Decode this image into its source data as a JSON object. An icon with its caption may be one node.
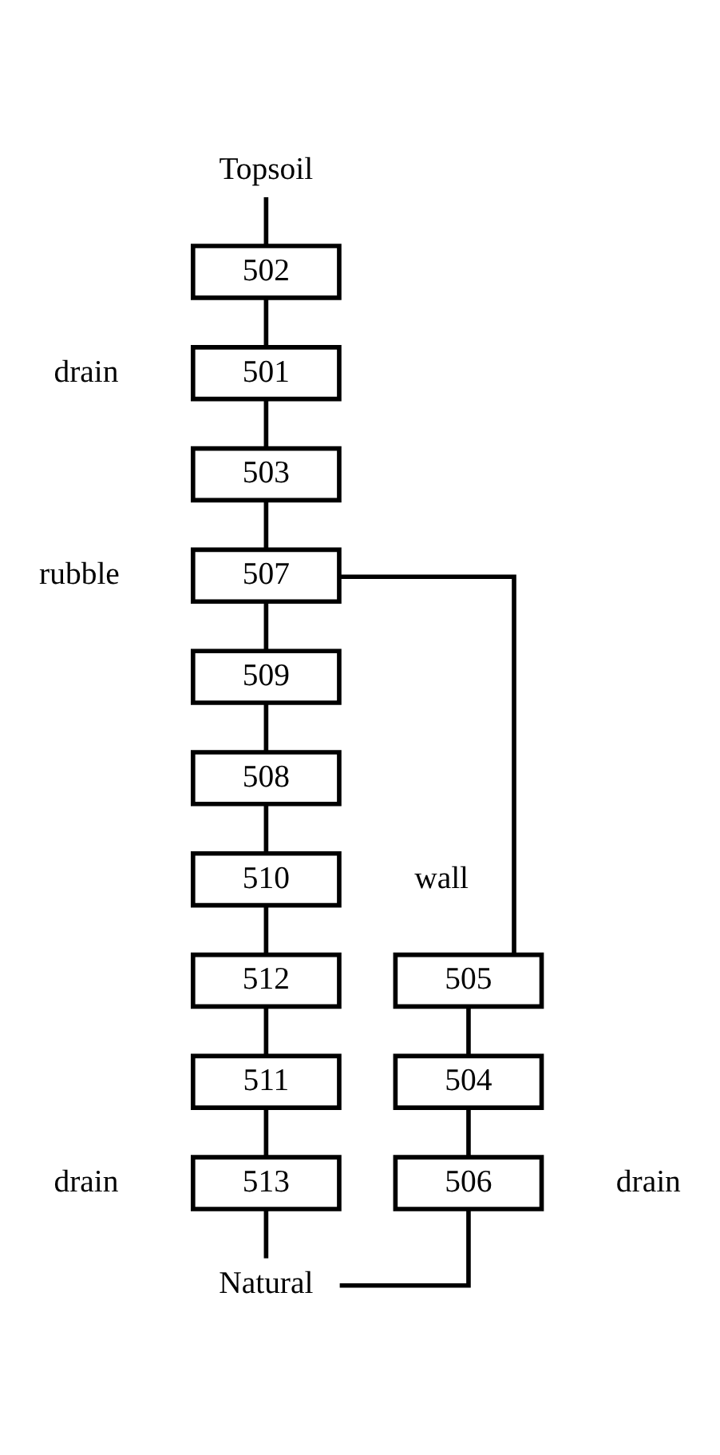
{
  "diagram": {
    "nodes": [
      {
        "text": [
          "Topsoil"
        ]
      },
      {
        "text": [
          "502"
        ]
      },
      {
        "text": [
          "501"
        ],
        "beside": [
          "drain"
        ]
      },
      {
        "text": [
          "503"
        ]
      },
      {
        "text": [
          "507"
        ],
        "beside": [
          "rubble"
        ]
      },
      {
        "text": [
          "509"
        ]
      },
      {
        "text": [
          "508"
        ]
      },
      {
        "text": [
          "510"
        ],
        "beside": [
          "wall"
        ]
      },
      {
        "text": [
          "512"
        ]
      },
      {
        "text": [
          "505"
        ]
      },
      {
        "text": [
          "511"
        ]
      },
      {
        "text": [
          "504"
        ]
      },
      {
        "text": [
          "513"
        ],
        "beside": [
          "drain"
        ]
      },
      {
        "text": [
          "506"
        ],
        "beside": [
          "drain"
        ]
      },
      {
        "text": [
          "Natural"
        ]
      }
    ],
    "edges": [
      {
        "from": 0,
        "to": 1,
        "arrow": "none"
      },
      {
        "from": 1,
        "to": 2,
        "arrow": "none"
      },
      {
        "from": 2,
        "to": 3,
        "arrow": "none"
      },
      {
        "from": 3,
        "to": 4,
        "arrow": "none"
      },
      {
        "from": 4,
        "to": 5,
        "arrow": "none"
      },
      {
        "from": 4,
        "to": 9,
        "arrow": "none"
      },
      {
        "from": 5,
        "to": 6,
        "arrow": "none"
      },
      {
        "from": 6,
        "to": 7,
        "arrow": "none"
      },
      {
        "from": 7,
        "to": 8,
        "arrow": "none"
      },
      {
        "from": 8,
        "to": 10,
        "arrow": "none"
      },
      {
        "from": 10,
        "to": 12,
        "arrow": "none"
      },
      {
        "from": 9,
        "to": 11,
        "arrow": "none"
      },
      {
        "from": 11,
        "to": 13,
        "arrow": "none"
      },
      {
        "from": 12,
        "to": 14,
        "arrow": "none"
      },
      {
        "from": 13,
        "to": 14,
        "arrow": "none"
      }
    ]
  }
}
